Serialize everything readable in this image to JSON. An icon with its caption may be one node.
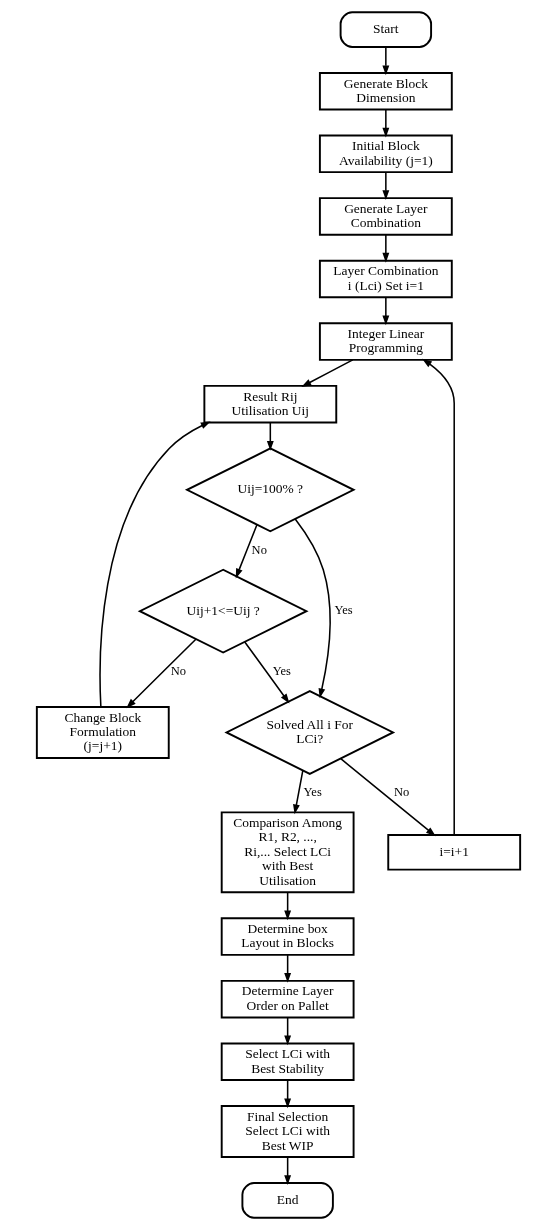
{
  "diagram": {
    "nodes": [
      {
        "text": [
          "Start"
        ]
      },
      {
        "text": [
          "Generate Block Dimension"
        ]
      },
      {
        "text": [
          "Initial Block Availability (j=1)"
        ]
      },
      {
        "text": [
          "Generate Layer Combination"
        ]
      },
      {
        "text": [
          "Layer Combination i (Lci) Set i=1"
        ]
      },
      {
        "text": [
          "Integer Linear Programming"
        ]
      },
      {
        "text": [
          "Result Rij Utilisation Uij"
        ]
      },
      {
        "text": [
          "Uij=100% ?"
        ]
      },
      {
        "text": [
          "Uij+1<=Uij ?"
        ]
      },
      {
        "text": [
          "Change Block Formulation (j=j+1)"
        ]
      },
      {
        "text": [
          "i=i+1"
        ]
      },
      {
        "text": [
          "Solved All i For LCi?"
        ]
      },
      {
        "text": [
          "Comparison Among R1, R2, ..., Ri,... Select LCi with Best Utilisation"
        ]
      },
      {
        "text": [
          "Determine box Layout in Blocks"
        ]
      },
      {
        "text": [
          "Determine Layer Order on Pallet"
        ]
      },
      {
        "text": [
          "Select LCi with Best Stability"
        ]
      },
      {
        "text": [
          "Final Selection",
          "Select LCi with Best WIP"
        ]
      },
      {
        "text": [
          "End"
        ]
      }
    ],
    "edges": [
      {
        "from": 0,
        "to": 1,
        "arrow": "to"
      },
      {
        "from": 1,
        "to": 2,
        "arrow": "to"
      },
      {
        "from": 2,
        "to": 3,
        "arrow": "to"
      },
      {
        "from": 3,
        "to": 4,
        "arrow": "to"
      },
      {
        "from": 4,
        "to": 5,
        "arrow": "to"
      },
      {
        "from": 5,
        "to": 6,
        "arrow": "to"
      },
      {
        "from": 6,
        "to": 7,
        "arrow": "to"
      },
      {
        "from": 7,
        "to": 8,
        "arrow": "to",
        "label": "No"
      },
      {
        "from": 8,
        "to": 9,
        "arrow": "to",
        "label": "No"
      },
      {
        "from": 9,
        "to": 6,
        "arrow": "to"
      },
      {
        "from": 7,
        "to": 11,
        "arrow": "to",
        "label": "Yes"
      },
      {
        "from": 8,
        "to": 11,
        "arrow": "to",
        "label": "Yes"
      },
      {
        "from": 11,
        "to": 10,
        "arrow": "to",
        "label": "No"
      },
      {
        "from": 10,
        "to": 5,
        "arrow": "to"
      },
      {
        "from": 11,
        "to": 12,
        "arrow": "to",
        "label": "Yes"
      },
      {
        "from": 12,
        "to": 13,
        "arrow": "to"
      },
      {
        "from": 13,
        "to": 14,
        "arrow": "to"
      },
      {
        "from": 14,
        "to": 15,
        "arrow": "to"
      },
      {
        "from": 15,
        "to": 16,
        "arrow": "to"
      },
      {
        "from": 16,
        "to": 17,
        "arrow": "to"
      }
    ]
  }
}
